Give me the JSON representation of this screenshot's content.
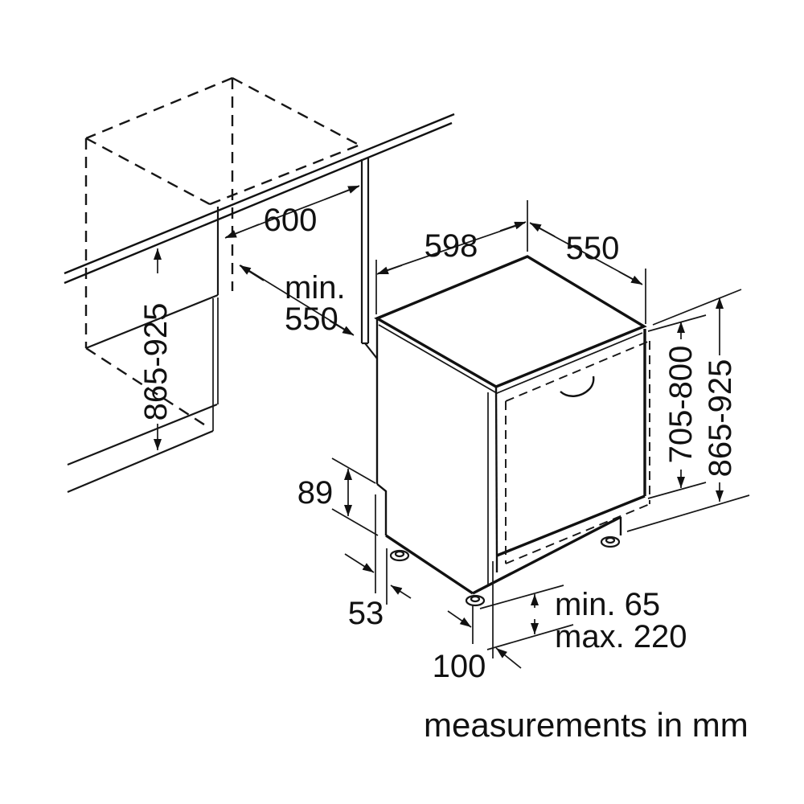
{
  "diagram": {
    "note": "measurements in mm",
    "labels": {
      "niche_width": "600",
      "niche_depth_line1": "min.",
      "niche_depth_line2": "550",
      "niche_height": "865-925",
      "appliance_width": "598",
      "appliance_depth": "550",
      "door_panel_height": "705-800",
      "appliance_height": "865-925",
      "plinth_recess_height": "89",
      "plinth_recess_depth": "53",
      "foot_to_front_offset": "100",
      "toe_kick_min": "min. 65",
      "toe_kick_max": "max. 220"
    }
  }
}
